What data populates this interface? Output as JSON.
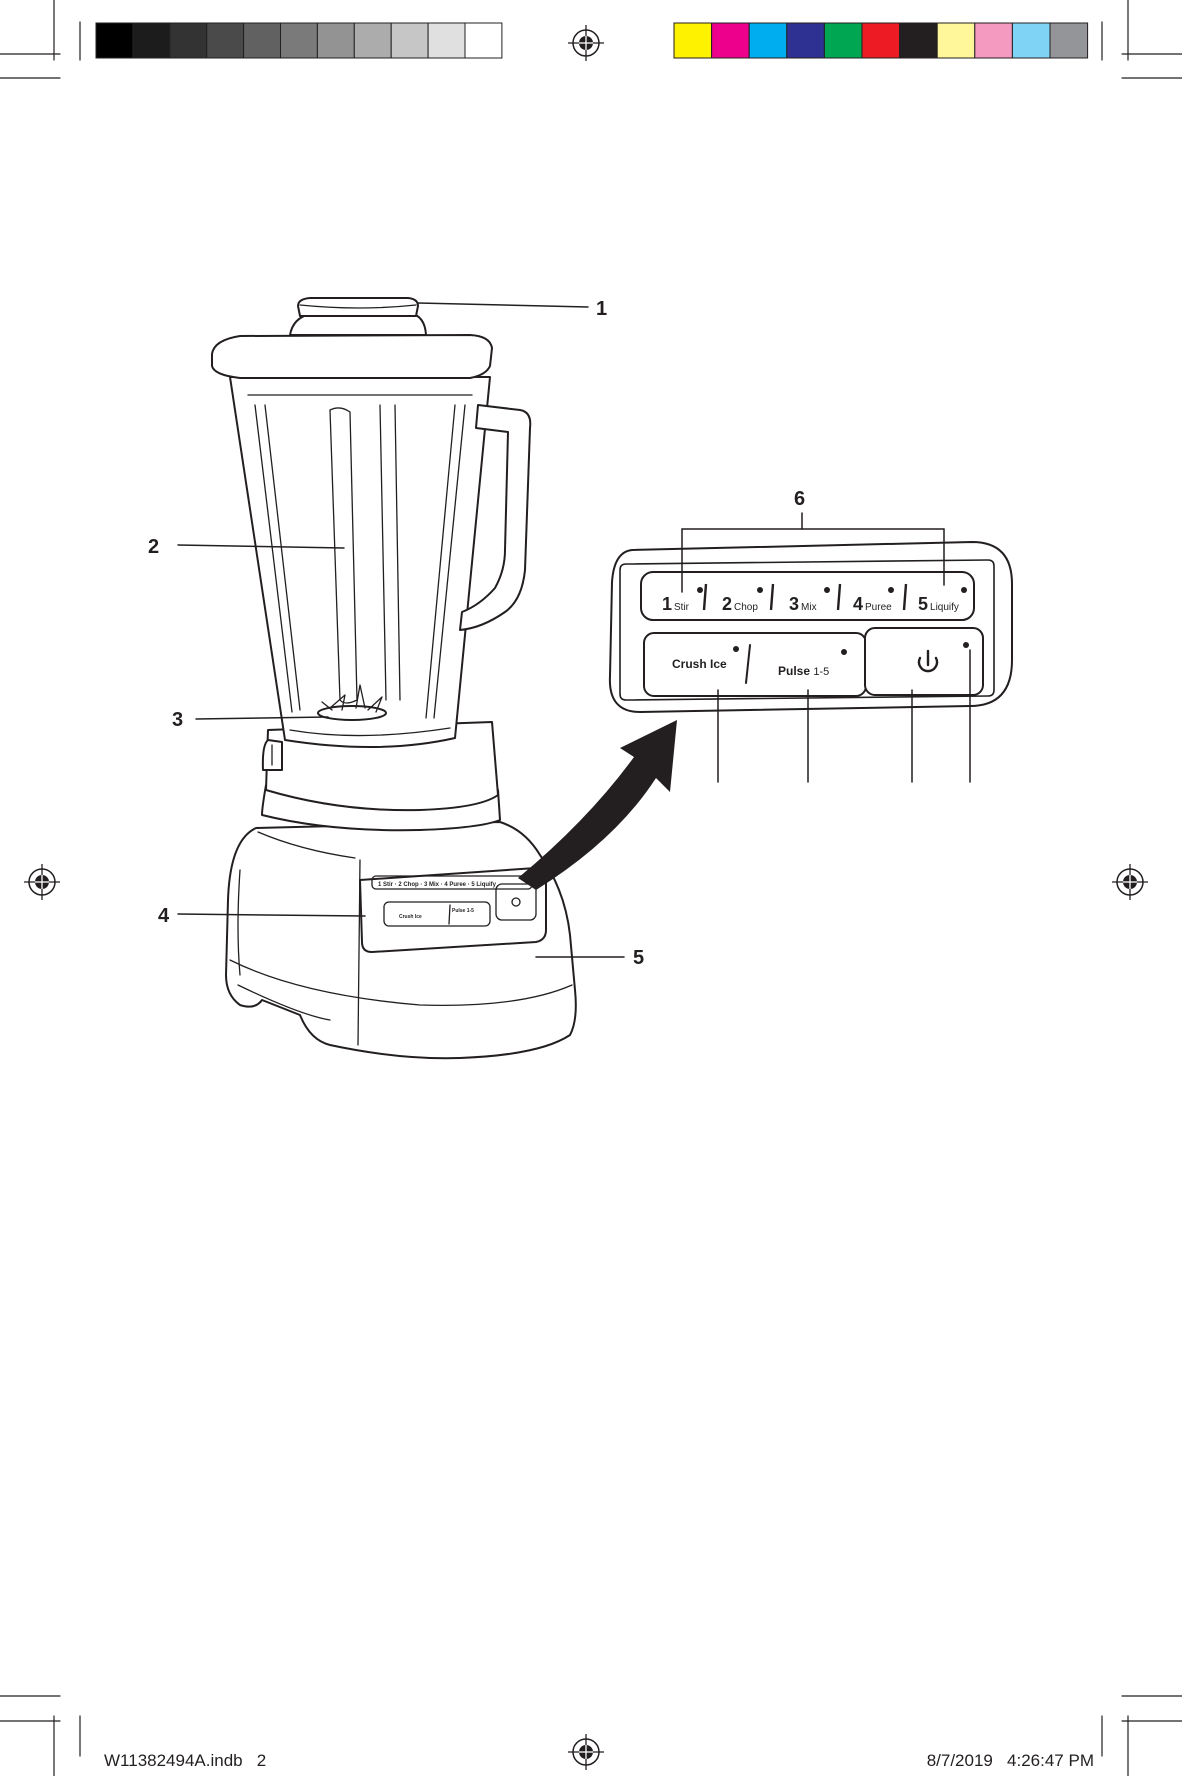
{
  "color_bar": {
    "gray_swatches": [
      "#000000",
      "#1c1c1c",
      "#333333",
      "#4a4a4a",
      "#616161",
      "#7a7a7a",
      "#939393",
      "#acacac",
      "#c6c6c6",
      "#e0e0e0",
      "#ffffff"
    ],
    "color_swatches": [
      "#fff200",
      "#ec008c",
      "#00aeef",
      "#2e3192",
      "#00a651",
      "#ed1c24",
      "#231f20",
      "#fff799",
      "#f49ac1",
      "#7fd4f5",
      "#939598"
    ]
  },
  "callouts": {
    "c1": "1",
    "c2": "2",
    "c3": "3",
    "c4": "4",
    "c5": "5",
    "c6": "6"
  },
  "control_panel": {
    "speeds": [
      {
        "num": "1",
        "name": "Stir"
      },
      {
        "num": "2",
        "name": "Chop"
      },
      {
        "num": "3",
        "name": "Mix"
      },
      {
        "num": "4",
        "name": "Puree"
      },
      {
        "num": "5",
        "name": "Liquify"
      }
    ],
    "crush_ice": "Crush Ice",
    "pulse": "Pulse",
    "pulse_range": "1-5",
    "power_icon": "power-icon"
  },
  "footer": {
    "file": "W11382494A.indb   2",
    "date": "8/7/2019   4:26:47 PM"
  }
}
